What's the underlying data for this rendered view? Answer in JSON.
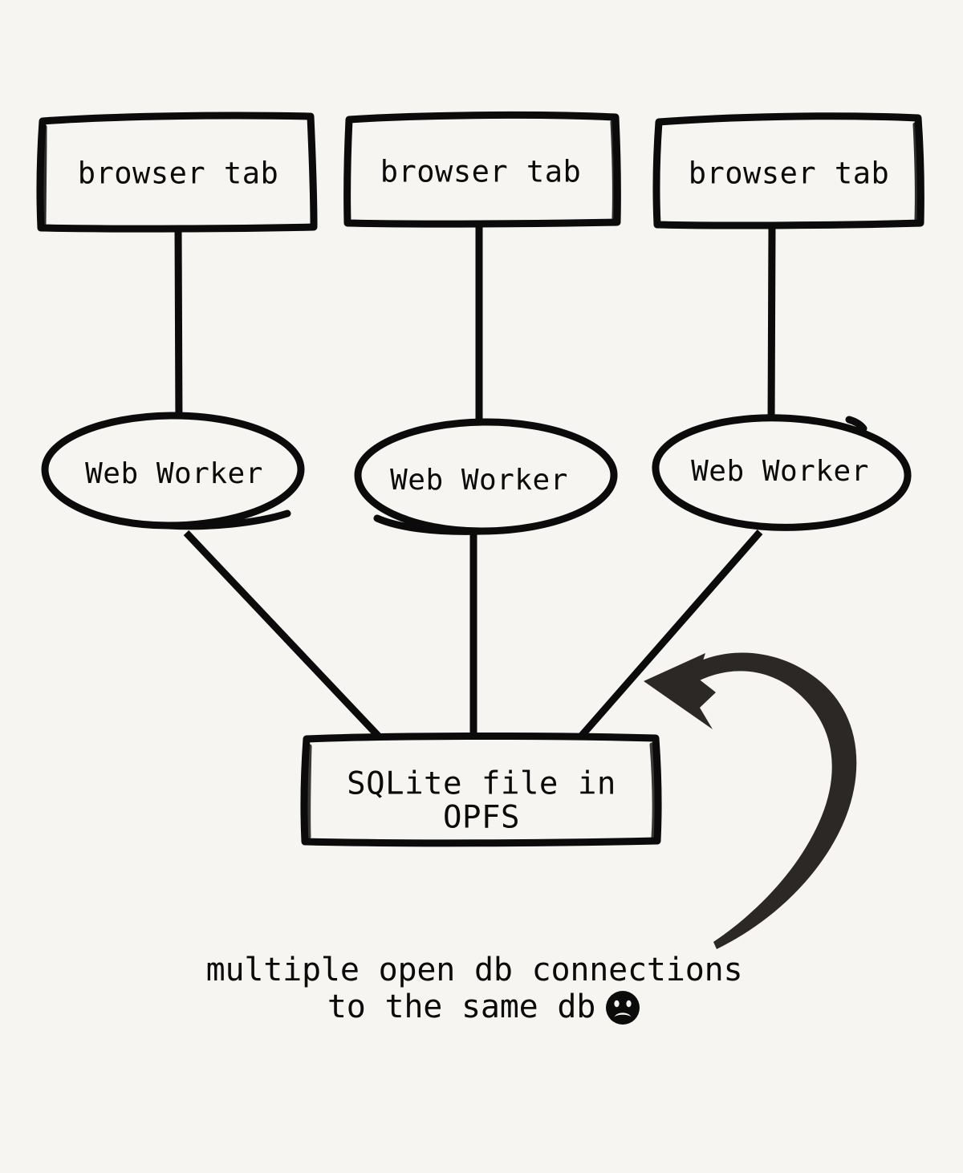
{
  "diagram": {
    "background_color": "#f6f5f1",
    "ink_color": "#0b0b0b",
    "arrow_color": "#2b2826",
    "style": "hand-drawn sketch",
    "tabs": [
      {
        "label": "browser tab"
      },
      {
        "label": "browser tab"
      },
      {
        "label": "browser tab"
      }
    ],
    "workers": [
      {
        "label": "Web Worker"
      },
      {
        "label": "Web Worker"
      },
      {
        "label": "Web Worker"
      }
    ],
    "store": {
      "line1": "SQLite file in",
      "line2": "OPFS"
    },
    "caption": {
      "line1": "multiple open db connections",
      "line2": "to the same db",
      "emoji": "☹"
    },
    "annotation_arrow": {
      "name": "curved-callout-arrow",
      "points_to": "SQLite file in OPFS",
      "direction": "left"
    }
  }
}
